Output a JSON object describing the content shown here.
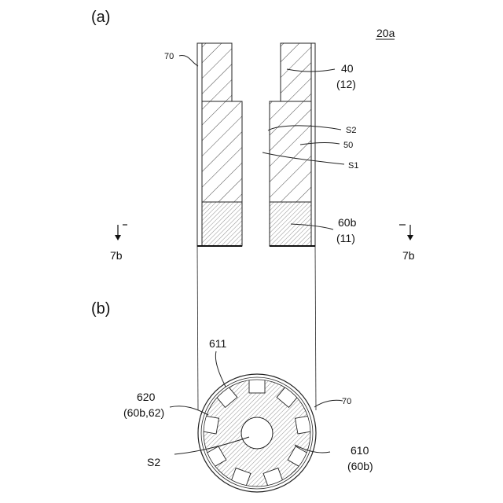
{
  "figure": {
    "panel_a": "(a)",
    "panel_b": "(b)",
    "reference": "20a"
  },
  "labels_a": {
    "l70": "70",
    "l40": "40",
    "l12": "(12)",
    "s2": "S2",
    "l50": "50",
    "s1": "S1",
    "l60b": "60b",
    "l11": "(11)",
    "section_left": "7b",
    "section_right": "7b"
  },
  "labels_b": {
    "l611": "611",
    "l620": "620",
    "l620_sub": "(60b,62)",
    "l70": "70",
    "s2": "S2",
    "l610": "610",
    "l610_sub": "(60b)"
  }
}
